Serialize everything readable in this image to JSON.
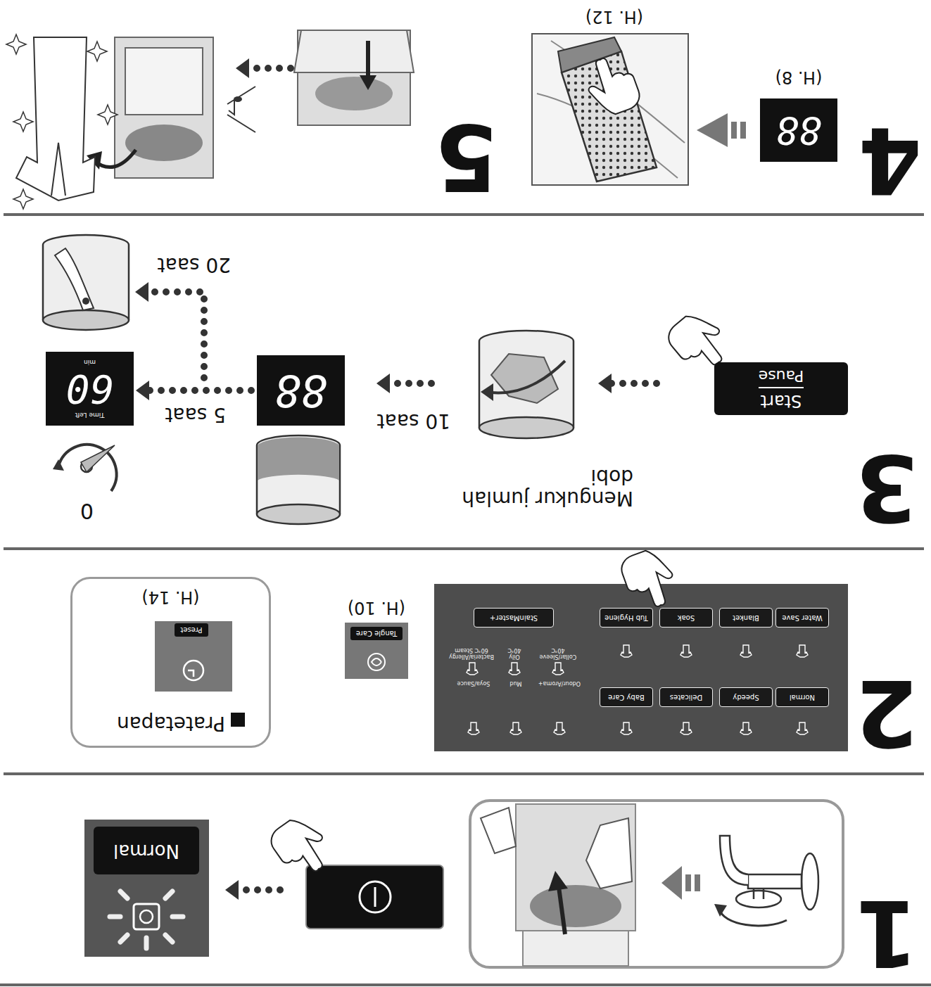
{
  "diagram": {
    "nodes": [
      {
        "text": [
          "Normal"
        ]
      },
      {
        "text": [
          "Normal"
        ]
      },
      {
        "text": [
          "Speedy"
        ]
      },
      {
        "text": [
          "Delicates"
        ]
      },
      {
        "text": [
          "Baby Care"
        ]
      },
      {
        "text": [
          "Water Save"
        ]
      },
      {
        "text": [
          "Blanket"
        ]
      },
      {
        "text": [
          "Soak"
        ]
      },
      {
        "text": [
          "Tub Hygiene"
        ]
      },
      {
        "text": [
          "StainMaster+"
        ]
      },
      {
        "text": [
          "Tangle Care"
        ]
      },
      {
        "text": [
          "Pratetapan",
          "(H. 14)"
        ]
      },
      {
        "text": [
          "Preset"
        ],
        "in": 11
      },
      {
        "text": [
          "Start",
          "Pause"
        ]
      },
      {
        "text": [
          "88"
        ]
      },
      {
        "text": [
          "Time Left",
          "60",
          "min"
        ]
      },
      {
        "text": [
          "88"
        ]
      }
    ],
    "edges": [
      {
        "from": 14,
        "to": 15,
        "label": "5 saat",
        "arrow": "to"
      }
    ],
    "labels": [
      "1",
      "2",
      "3",
      "4",
      "5",
      "Odour/Aroma+",
      "Mud",
      "Soya/Sauce",
      "Collar/Sleeve 40℃",
      "Oily 40℃",
      "Bacteria/Allergy 60℃ Steam",
      "(H. 10)",
      "Mengukur jumlah dobi",
      "10 saat",
      "20 saat",
      "0",
      "(H. 8)",
      "(H. 12)"
    ]
  }
}
